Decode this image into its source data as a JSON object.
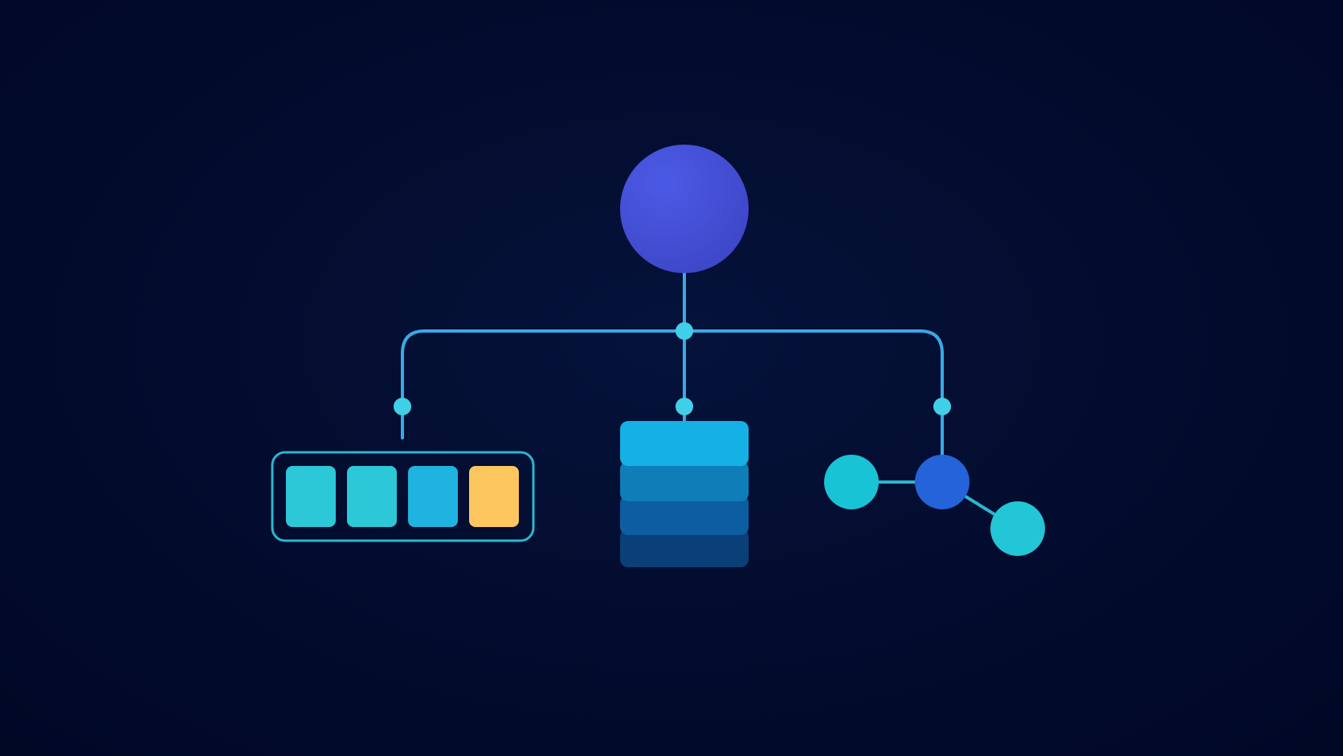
{
  "diagram": {
    "colors": {
      "background": "#020b2c",
      "connector": "#3aa9e6",
      "junction": "#3fd0e8",
      "root": "#4755db",
      "cell_teal": "#2cc8d8",
      "cell_blue": "#1fb3e0",
      "cell_amber": "#fdc65f",
      "stack_top": "#16b1e4",
      "stack_mid": "#0f7db8",
      "stack_low": "#0d5ea0",
      "stack_ghost": "#0b3f78",
      "graph_teal": "#19c3d6",
      "graph_blue": "#2463d9"
    },
    "nodes": [
      {
        "id": "root",
        "shape": "circle",
        "name": "root-node"
      },
      {
        "id": "array",
        "shape": "array-of-cells",
        "cells": [
          "teal",
          "teal",
          "blue",
          "amber"
        ]
      },
      {
        "id": "stack",
        "shape": "stacked-layers",
        "layers": 4
      },
      {
        "id": "graph",
        "shape": "graph",
        "vertices": 3,
        "hub": "blue"
      }
    ],
    "edges": [
      {
        "from": "root",
        "to": "array"
      },
      {
        "from": "root",
        "to": "stack"
      },
      {
        "from": "root",
        "to": "graph"
      }
    ]
  }
}
